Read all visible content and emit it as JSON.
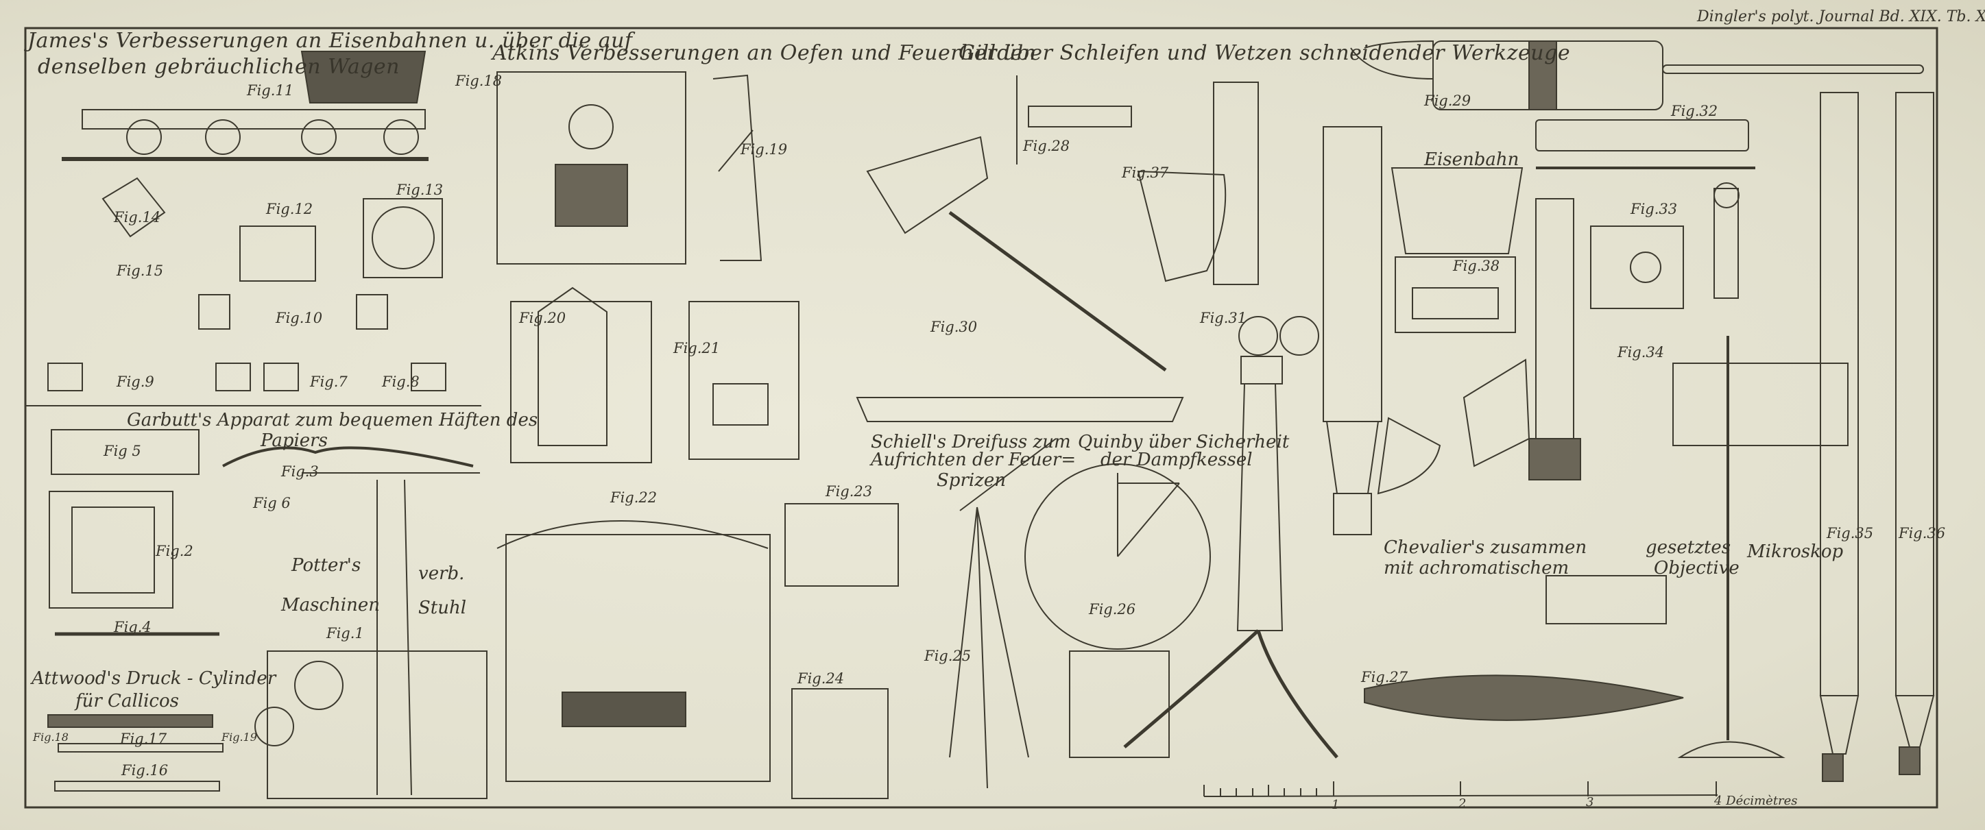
{
  "header": {
    "journal": "Dingler's polyt. Journal Bd. XIX. Tb. XI"
  },
  "headings": {
    "james_1": "James's Verbesserungen an Eisenbahnen u. über die auf",
    "james_2": "denselben gebräuchlichen Wagen",
    "atkins": "Atkins Verbesserungen an Oefen und Feuerherden",
    "gill": "Gill über Schleifen und Wetzen schneidender Werkzeuge",
    "garbutt_1": "Garbutt's Apparat zum bequemen Häften des",
    "garbutt_2": "Papiers",
    "potter_1": "Potter's",
    "potter_2": "verb.",
    "potter_3": "Maschinen",
    "potter_4": "Stuhl",
    "attwood_1": "Attwood's Druck - Cylinder",
    "attwood_2": "für Callicos",
    "schiell_1": "Schiell's Dreifuss zum",
    "schiell_2": "Aufrichten der Feuer=",
    "schiell_3": "Sprizen",
    "quinby_1": "Quinby über Sicherheit",
    "quinby_2": "der Dampfkessel",
    "chevalier_1": "Chevalier's zusammen",
    "chevalier_2": "mit achromatischem",
    "chevalier_3": "gesetztes",
    "chevalier_4": "Objective",
    "chevalier_5": "Mikroskop",
    "eisenbahn": "Eisenbahn"
  },
  "figures": [
    "Fig.1",
    "Fig.2",
    "Fig.3",
    "Fig.4",
    "Fig 5",
    "Fig 6",
    "Fig.7",
    "Fig.8",
    "Fig.9",
    "Fig.10",
    "Fig.11",
    "Fig.12",
    "Fig.13",
    "Fig.14",
    "Fig.15",
    "Fig.16",
    "Fig.17",
    "Fig.18",
    "Fig.19",
    "Fig.18",
    "Fig.19",
    "Fig.20",
    "Fig.21",
    "Fig.22",
    "Fig.23",
    "Fig.24",
    "Fig.25",
    "Fig.26",
    "Fig.27",
    "Fig.28",
    "Fig.29",
    "Fig.30",
    "Fig.31",
    "Fig.32",
    "Fig.33",
    "Fig.34",
    "Fig.35",
    "Fig.36",
    "Fig.37",
    "Fig.38"
  ],
  "scale": {
    "ticks": [
      "1",
      "2",
      "3"
    ],
    "end_label": "4 Décimètres"
  },
  "colors": {
    "paper": "#e6e4d3",
    "ink": "#3a372c"
  }
}
